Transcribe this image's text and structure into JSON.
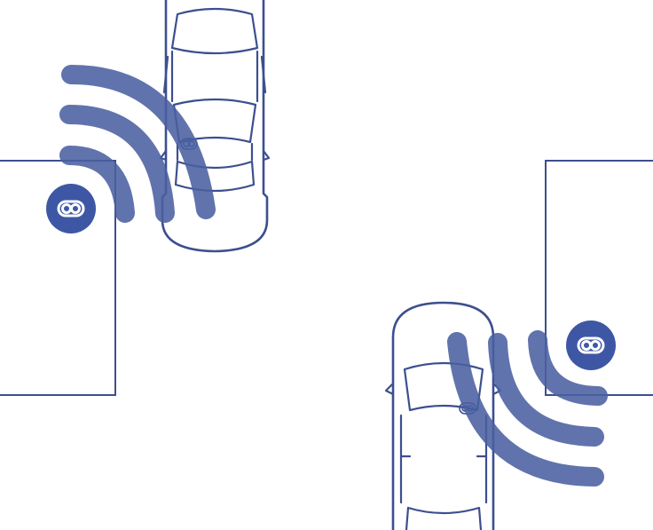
{
  "colors": {
    "line": "#3c4f8f",
    "wave": "#4a60a0",
    "badge": "#3e57a5",
    "background": "#ffffff"
  },
  "icons": {
    "badge": "infinity-link-icon",
    "car_tag": "infinity-link-icon"
  },
  "scene": {
    "signals": [
      {
        "id": "left",
        "wave_count": 3
      },
      {
        "id": "right",
        "wave_count": 3
      }
    ],
    "cars": [
      {
        "id": "left",
        "view": "top-down"
      },
      {
        "id": "right",
        "view": "top-down"
      }
    ]
  }
}
